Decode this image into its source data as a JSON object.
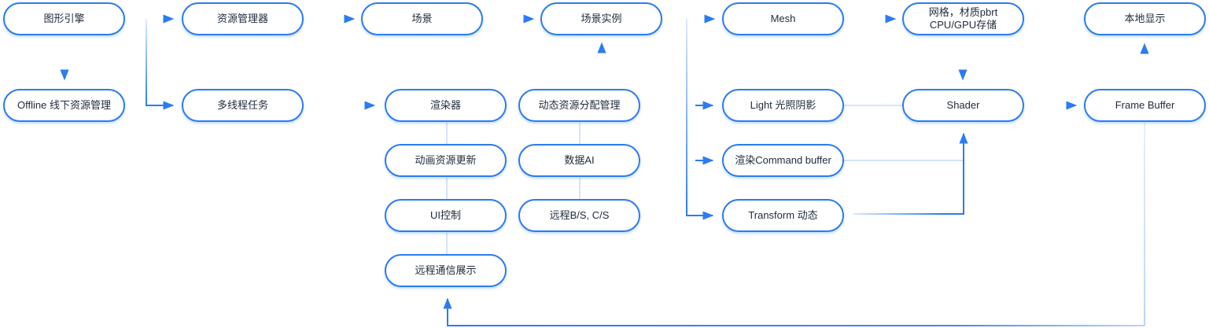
{
  "colors": {
    "accent": "#2b7cf0",
    "connector_faded": "#c9dcf8",
    "text": "#1f2a3a",
    "background": "#ffffff"
  },
  "nodes": {
    "graphics_engine": "图形引擎",
    "offline_pipeline": "Offline 线下资源管理",
    "resource_manager": "资源管理器",
    "multithread_tasks": "多线程任务",
    "scene": "场景",
    "renderer": "渲染器",
    "anim_resource_update": "动画资源更新",
    "ui_control": "UI控制",
    "remote_comm_display": "远程通信展示",
    "scene_instance": "场景实例",
    "dynamic_resource_alloc": "动态资源分配管理",
    "data_ai": "数据AI",
    "remote_bs_cs": "远程B/S, C/S",
    "mesh": "Mesh",
    "light_shadow": "Light 光照阴影",
    "render_command_buffer": "渲染Command buffer",
    "transform_dynamic": "Transform 动态",
    "mesh_material_storage": {
      "line1": "网格，材质pbrt",
      "line2": "CPU/GPU存储"
    },
    "shader": "Shader",
    "local_display": "本地显示",
    "frame_buffer": "Frame Buffer"
  }
}
